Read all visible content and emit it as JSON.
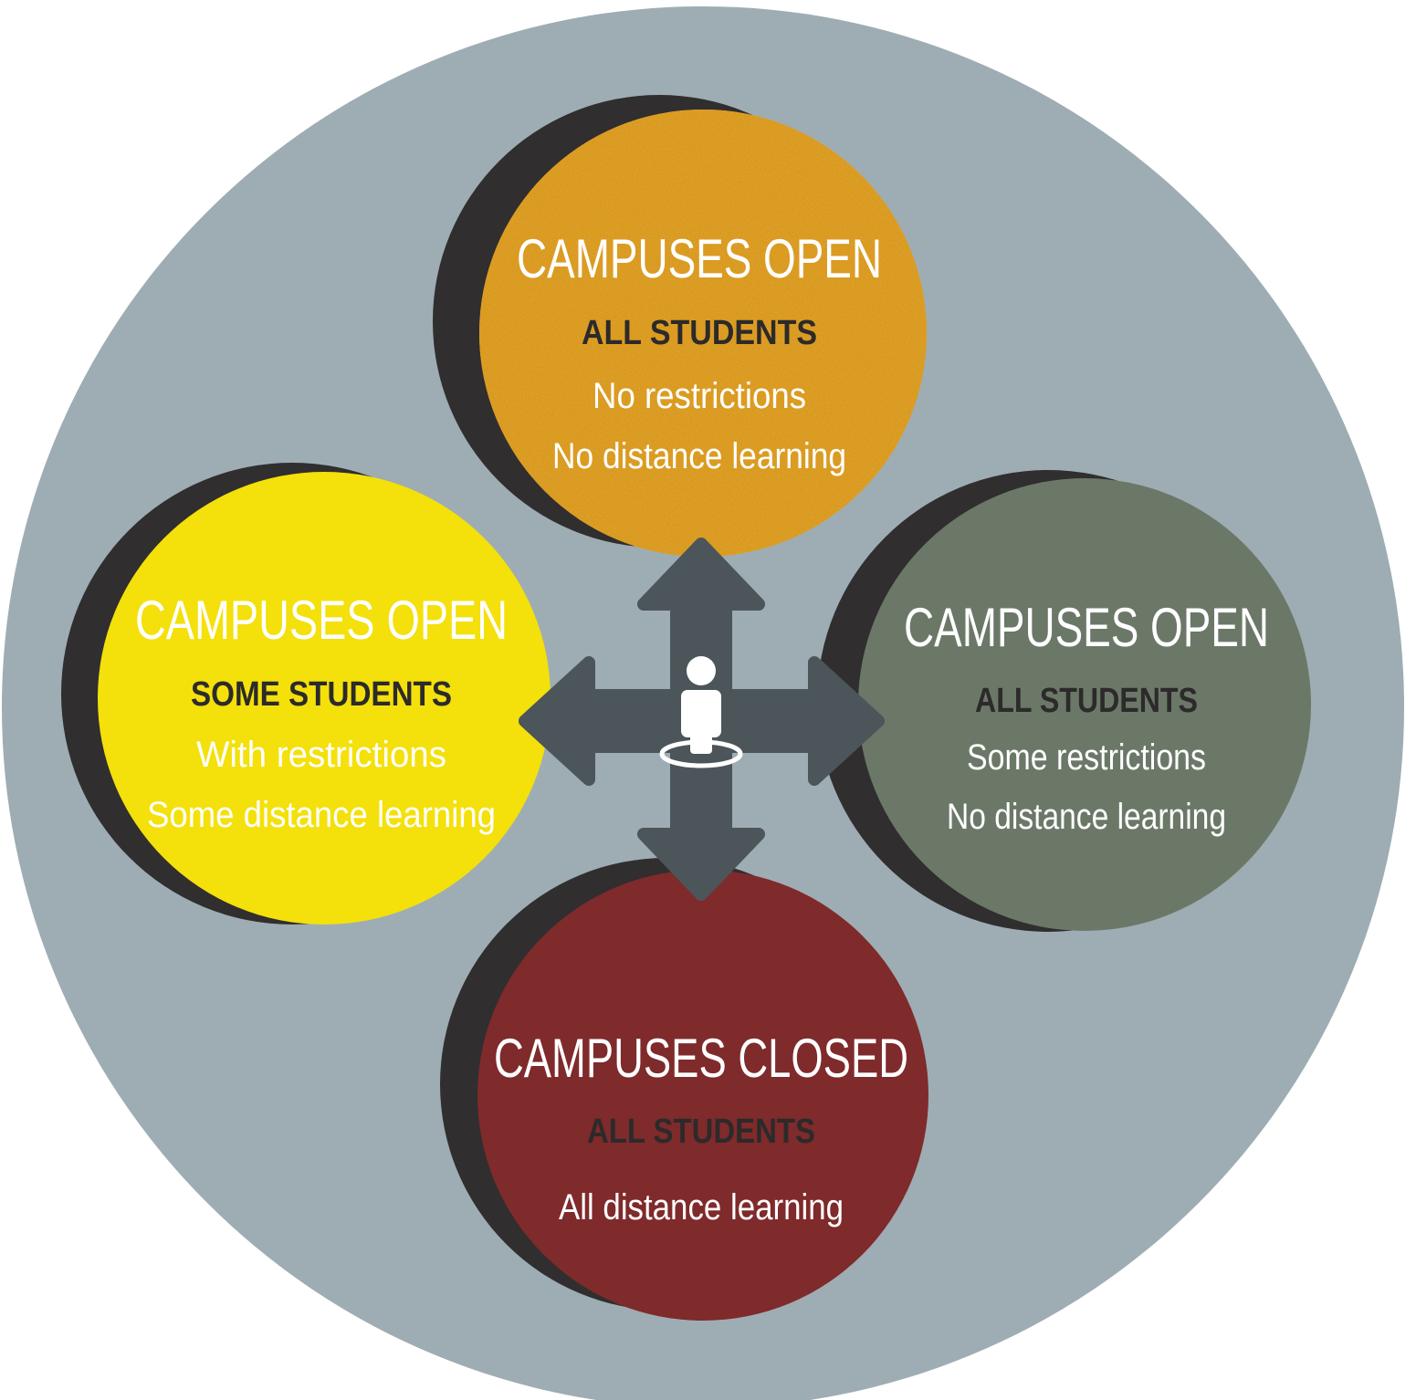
{
  "colors": {
    "outer_circle": "#9eadb3",
    "shadow": "#302e2f",
    "arrow": "#4c5559",
    "person_icon": "#ffffff",
    "text_light": "#ffffff",
    "text_dark": "#2c2a2a"
  },
  "center_icon": "person-standing-in-ring-icon",
  "arrow_icon": "four-way-arrow-icon",
  "scenarios": {
    "top": {
      "fill": "#e8aa2a",
      "texture": "gold-stucco",
      "title": "CAMPUSES OPEN",
      "subtitle": "ALL STUDENTS",
      "line1": "No restrictions",
      "line2": "No distance learning"
    },
    "left": {
      "fill": "#f4e00b",
      "title": "CAMPUSES OPEN",
      "subtitle": "SOME STUDENTS",
      "line1": "With restrictions",
      "line2": "Some distance learning"
    },
    "right": {
      "fill": "#6b7868",
      "title": "CAMPUSES OPEN",
      "subtitle": "ALL STUDENTS",
      "line1": "Some restrictions",
      "line2": "No distance learning"
    },
    "bottom": {
      "fill": "#7f2a2b",
      "title": "CAMPUSES CLOSED",
      "subtitle": "ALL STUDENTS",
      "line1": "All distance learning"
    }
  }
}
